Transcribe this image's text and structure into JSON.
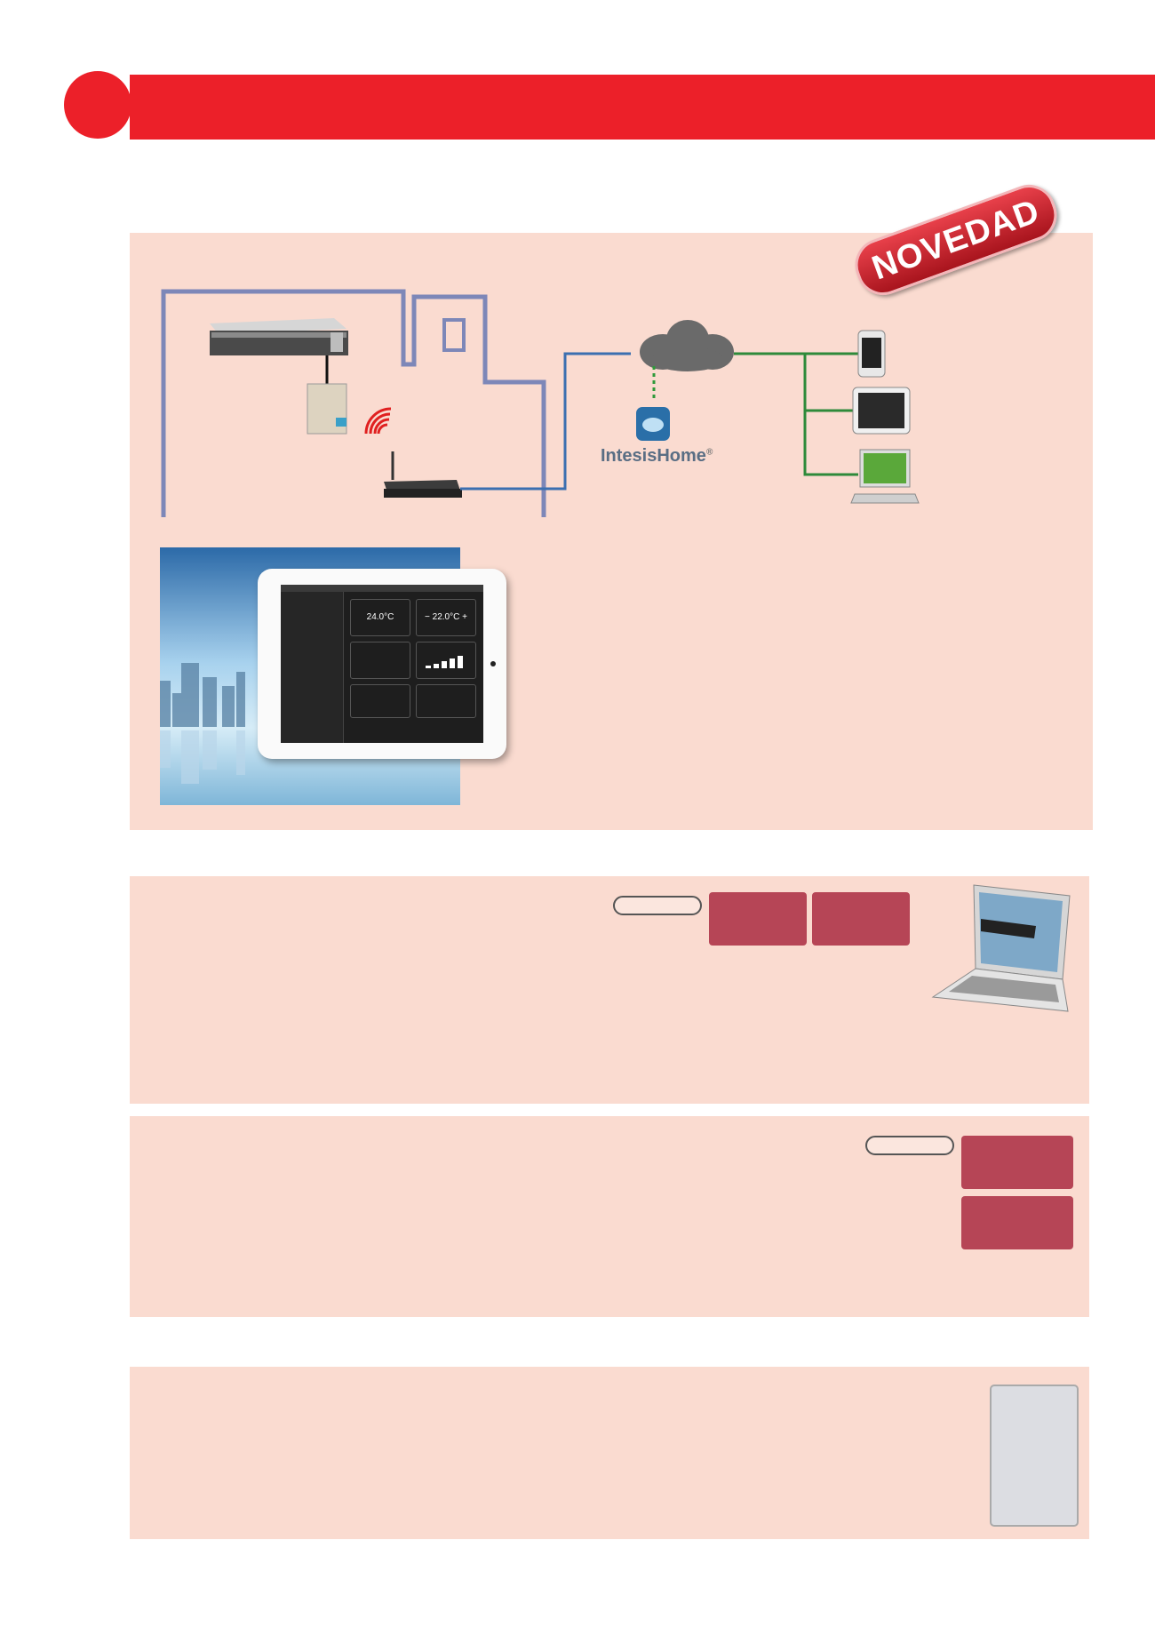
{
  "header": {
    "title": ""
  },
  "badge": {
    "label": "NOVEDAD"
  },
  "diagram": {
    "cloud_service": "IntesisHome",
    "trademark": "®"
  },
  "tablet_app": {
    "temp_ambient": "24.0°C",
    "temp_setpoint": "22.0°C",
    "minus": "−",
    "plus": "+"
  },
  "colors": {
    "header_red": "#ec2029",
    "panel_bg": "#fadbd0",
    "mauve": "#b64556",
    "frame_blue": "#7d87b8"
  }
}
